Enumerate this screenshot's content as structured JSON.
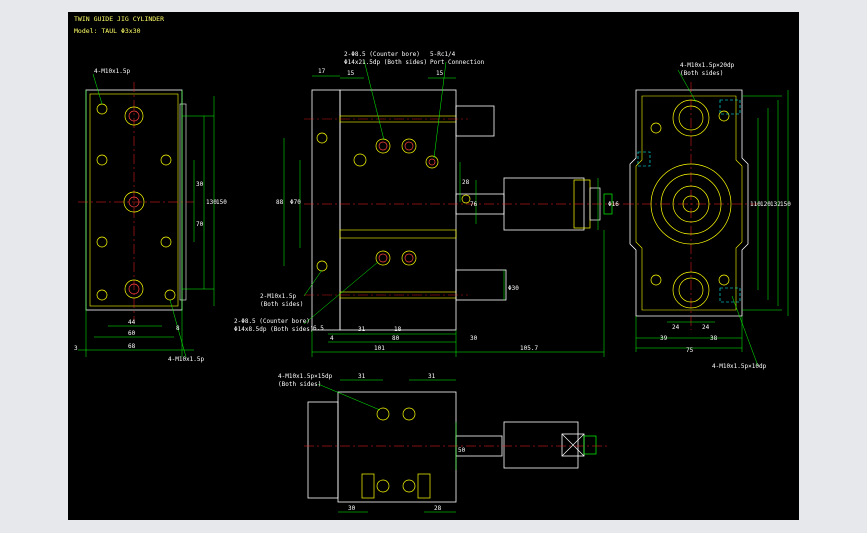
{
  "title_block": {
    "line1": "TWIN GUIDE JIG CYLINDER",
    "line2": "Model: TAUL Φ3x30"
  },
  "colors": {
    "background": "#000000",
    "outline": "#ffffff",
    "body": "#ffff00",
    "hole": "#ff4040",
    "centerline": "#ff2020",
    "dimension": "#00ff00",
    "hidden": "#00ffff"
  },
  "left_view": {
    "callout_top": "4-M10x1.5p",
    "callout_bottom": "4-M10x1.5p",
    "dims": [
      "30",
      "130",
      "150",
      "70",
      "44",
      "60",
      "68",
      "3",
      "8"
    ]
  },
  "center_view": {
    "callout_a1": "2-Φ8.5 (Counter bore)",
    "callout_a2": "Φ14x21.5dp (Both sides)",
    "callout_b1": "5-Rc1/4",
    "callout_b2": "Port Connection",
    "callout_c1": "2-M10x1.5p",
    "callout_c2": "(Both sides)",
    "callout_d1": "2-Φ8.5 (Counter bore)",
    "callout_d2": "Φ14x8.5dp (Both sides)",
    "dims": [
      "17",
      "15",
      "15",
      "88",
      "Φ70",
      "28",
      "76",
      "Φ16",
      "Φ30",
      "6.5",
      "31",
      "18",
      "80",
      "30",
      "101",
      "105.7",
      "4"
    ]
  },
  "right_view": {
    "callout_top": "4-M10x1.5p×20dp",
    "callout_top_note": "(Both sides)",
    "callout_bottom": "4-M10x1.5p×10dp",
    "dims": [
      "110",
      "120",
      "132",
      "150",
      "24",
      "24",
      "39",
      "38",
      "75"
    ]
  },
  "bottom_view": {
    "callout1": "4-M10x1.5p×15dp",
    "callout2": "(Both sides)",
    "dims": [
      "31",
      "31",
      "50",
      "30",
      "28"
    ]
  }
}
